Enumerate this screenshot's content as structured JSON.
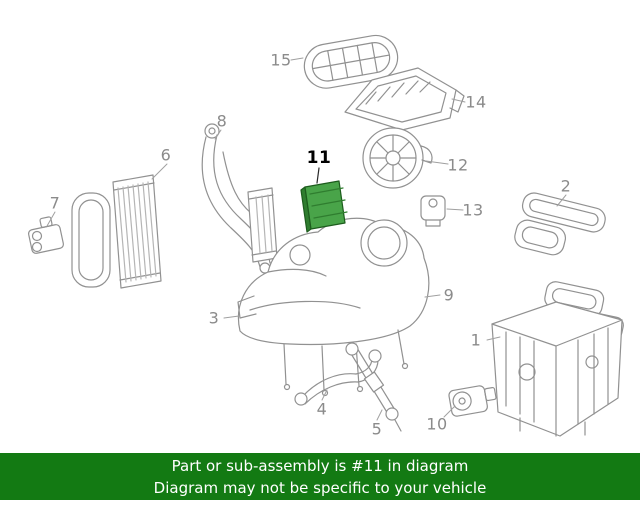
{
  "banner": {
    "line1": "Part or sub-assembly is #11 in diagram",
    "line2": "Diagram may not be specific to your vehicle",
    "bg_color": "#137a13",
    "text_color": "#ffffff"
  },
  "highlighted_part": {
    "number": "11",
    "fill": "#49a449",
    "edge_fill": "#2f7d2f",
    "stroke": "#1d5c1d"
  },
  "diagram": {
    "line_color": "#919191",
    "label_color": "#8b8b8b"
  },
  "callouts": [
    {
      "label": "1"
    },
    {
      "label": "2"
    },
    {
      "label": "3"
    },
    {
      "label": "4"
    },
    {
      "label": "5"
    },
    {
      "label": "6"
    },
    {
      "label": "7"
    },
    {
      "label": "8"
    },
    {
      "label": "9"
    },
    {
      "label": "10"
    },
    {
      "label": "11"
    },
    {
      "label": "12"
    },
    {
      "label": "13"
    },
    {
      "label": "14"
    },
    {
      "label": "15"
    }
  ]
}
